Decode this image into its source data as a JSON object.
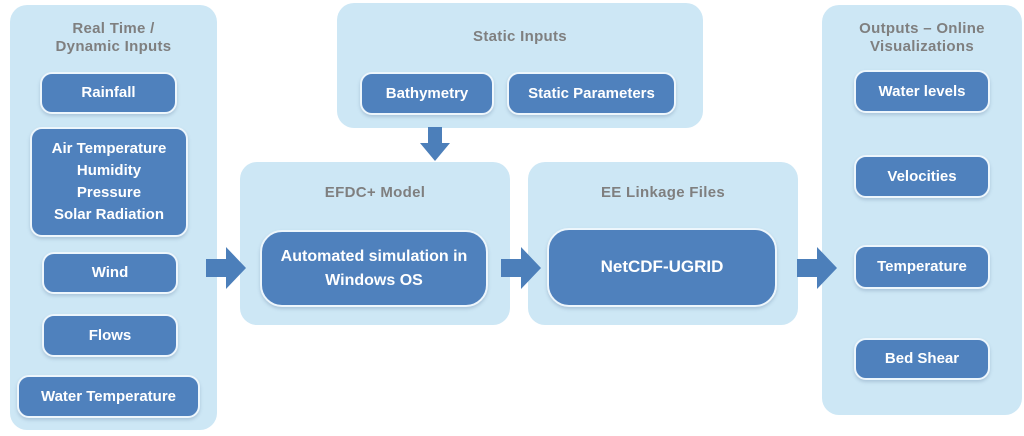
{
  "colors": {
    "page_bg": "#ffffff",
    "panel_bg": "#cde7f5",
    "box_fill": "#4f81bd",
    "box_border": "#edf6fc",
    "box_text": "#ffffff",
    "header_text": "#7f7f7f",
    "arrow_fill": "#4c7fba"
  },
  "panels": {
    "realtime": {
      "title": "Real Time /\nDynamic Inputs",
      "boxes": [
        {
          "label": "Rainfall"
        },
        {
          "label": "Air Temperature\nHumidity\nPressure\nSolar Radiation"
        },
        {
          "label": "Wind"
        },
        {
          "label": "Flows"
        },
        {
          "label": "Water Temperature"
        }
      ]
    },
    "static_inputs": {
      "title": "Static Inputs",
      "boxes": [
        {
          "label": "Bathymetry"
        },
        {
          "label": "Static Parameters"
        }
      ]
    },
    "efdc_model": {
      "title": "EFDC+ Model",
      "boxes": [
        {
          "label": "Automated simulation in\nWindows OS"
        }
      ]
    },
    "ee_linkage": {
      "title": "EE Linkage Files",
      "boxes": [
        {
          "label": "NetCDF-UGRID"
        }
      ]
    },
    "outputs": {
      "title": "Outputs – Online\nVisualizations",
      "boxes": [
        {
          "label": "Water levels"
        },
        {
          "label": "Velocities"
        },
        {
          "label": "Temperature"
        },
        {
          "label": "Bed Shear"
        }
      ]
    }
  },
  "arrows": [
    {
      "name": "dynamic-inputs-to-efdc",
      "direction": "right"
    },
    {
      "name": "static-inputs-to-efdc",
      "direction": "down"
    },
    {
      "name": "efdc-to-ee-linkage",
      "direction": "right"
    },
    {
      "name": "ee-linkage-to-outputs",
      "direction": "right"
    }
  ]
}
